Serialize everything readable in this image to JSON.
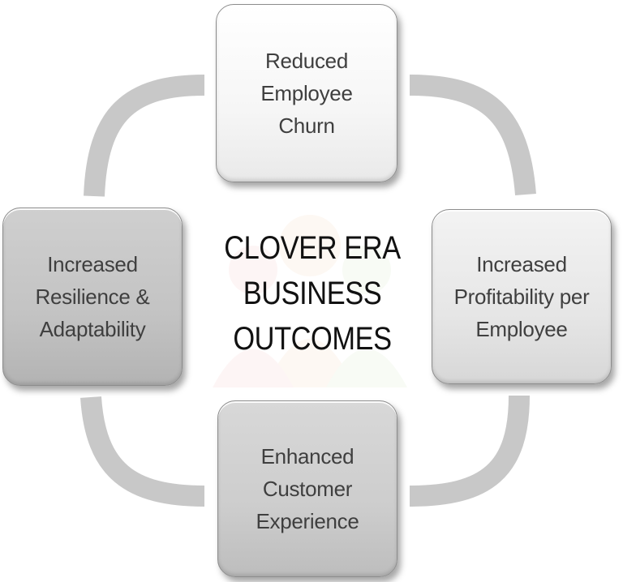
{
  "diagram": {
    "center_title": "CLOVER ERA\nBUSINESS\nOUTCOMES",
    "boxes": {
      "top": "Reduced\nEmployee\nChurn",
      "right": "Increased\nProfitability per\nEmployee",
      "bottom": "Enhanced\nCustomer\nExperience",
      "left": "Increased\nResilience &\nAdaptability"
    },
    "colors": {
      "ring": "#c8c8c8",
      "box_border": "#8d8d8d",
      "text": "#3f3f3f",
      "title": "#111111"
    }
  }
}
